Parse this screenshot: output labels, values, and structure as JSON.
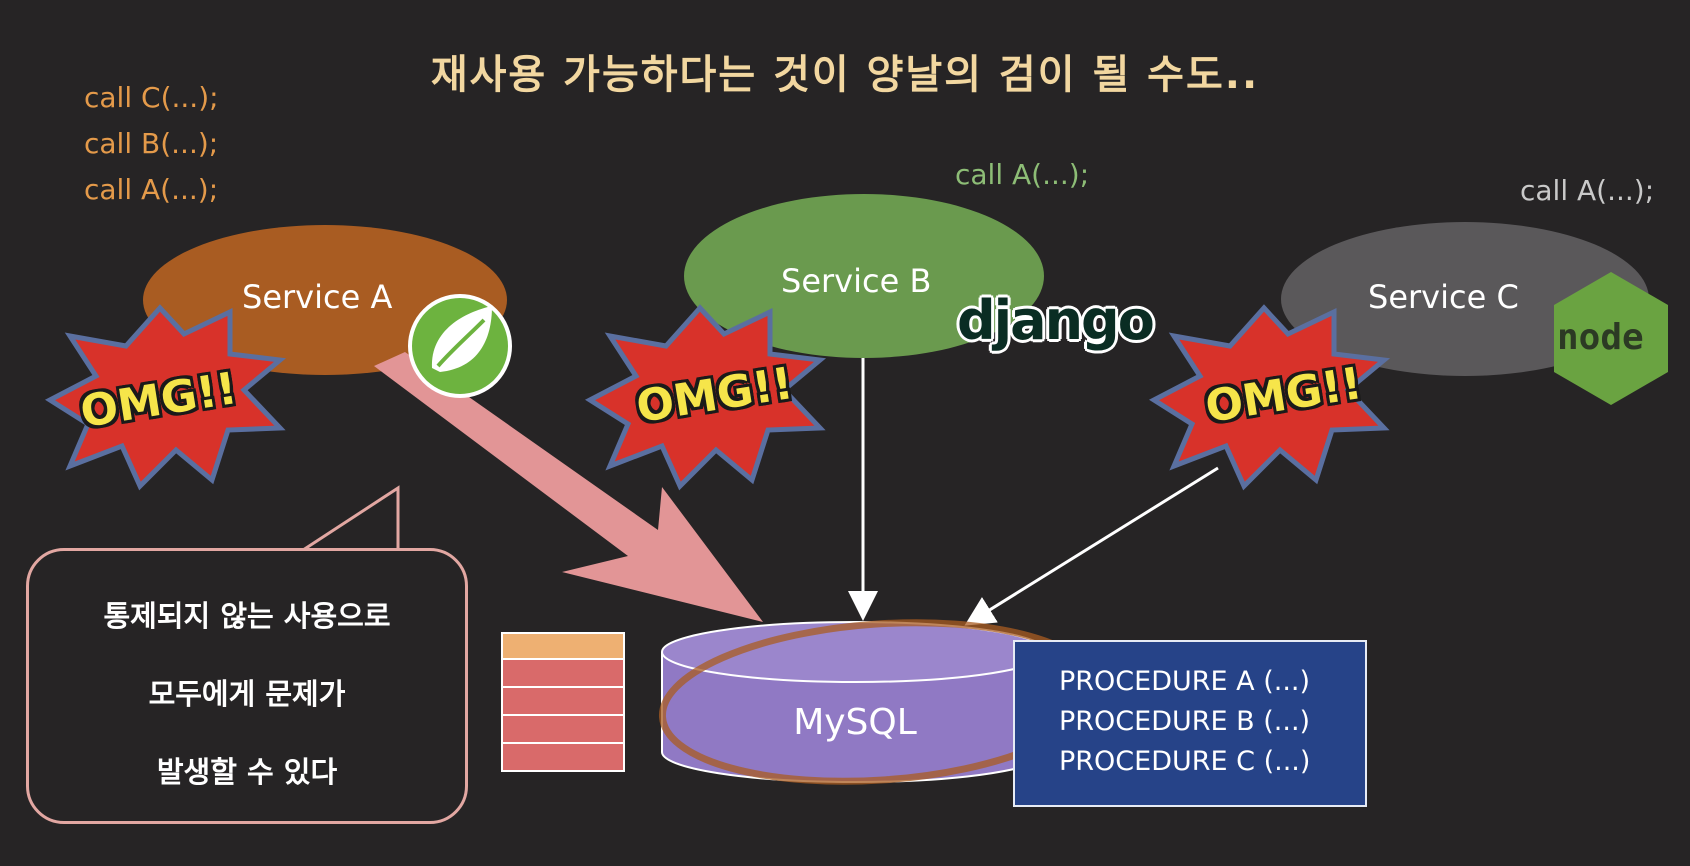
{
  "title": "재사용 가능하다는 것이 양날의 검이 될 수도..",
  "calls_a": [
    "call C(...);",
    "call B(...);",
    "call A(...);"
  ],
  "call_b": "call A(...);",
  "call_c": "call A(...);",
  "services": {
    "a": {
      "label": "Service A",
      "color": "#a95c22",
      "logo": "spring-logo"
    },
    "b": {
      "label": "Service B",
      "color": "#6a9a4e",
      "logo": "django",
      "logo_text": "django"
    },
    "c": {
      "label": "Service C",
      "color": "#5a585a",
      "logo": "node",
      "logo_text": "node"
    }
  },
  "omg": "OMG!!",
  "bubble_lines": [
    "통제되지 않는 사용으로",
    "모두에게 문제가",
    "발생할 수 있다"
  ],
  "database": {
    "label": "MySQL",
    "color": "#9079c4"
  },
  "procedures": [
    "PROCEDURE A (...)",
    "PROCEDURE B (...)",
    "PROCEDURE C (...)"
  ],
  "colors": {
    "arrow_thick": "#e29596",
    "table_header": "#eeb072",
    "table_rows": "#d96a6a",
    "procedure_bg": "#264388"
  }
}
